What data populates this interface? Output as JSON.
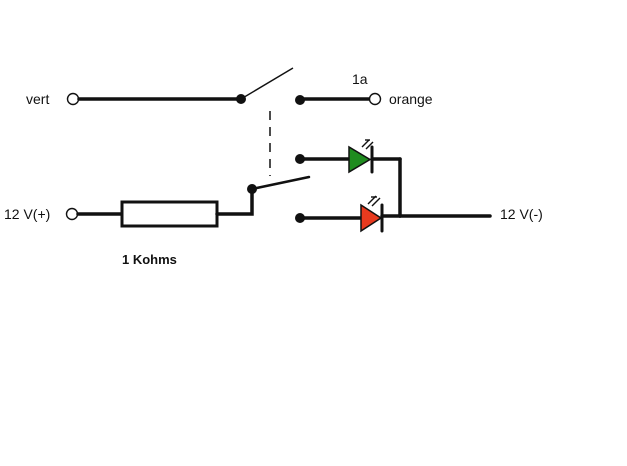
{
  "labels": {
    "vert": "vert",
    "orange": "orange",
    "contact_1a": "1a",
    "supply_plus": "12 V(+)",
    "supply_minus": "12 V(-)",
    "resistor": "1 Kohms"
  },
  "colors": {
    "line": "#111111",
    "led_green": "#1f8c1f",
    "led_red": "#e83a1e",
    "background": "#ffffff"
  }
}
